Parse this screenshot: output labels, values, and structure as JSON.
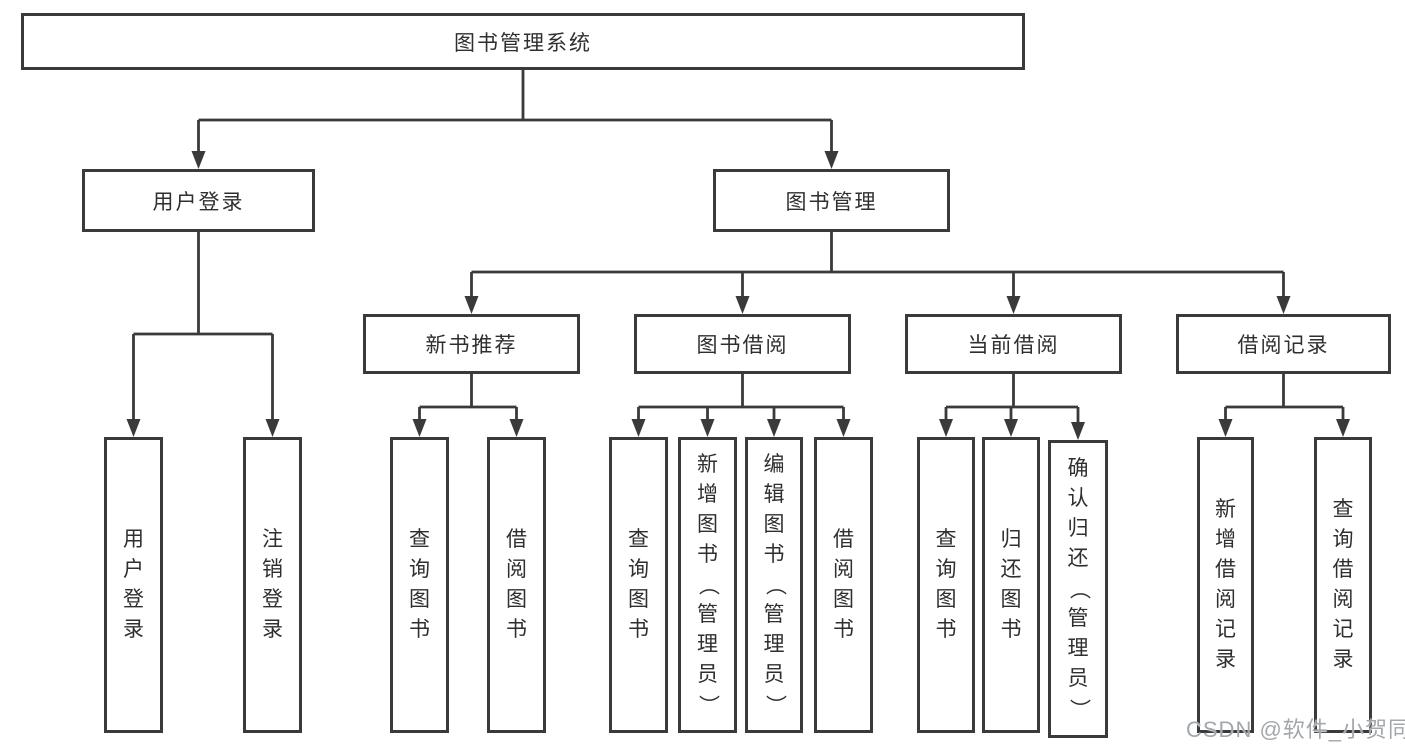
{
  "tree": {
    "label": "图书管理系统",
    "children": [
      {
        "label": "用户登录",
        "children": [
          {
            "label": "用户登录"
          },
          {
            "label": "注销登录"
          }
        ]
      },
      {
        "label": "图书管理",
        "children": [
          {
            "label": "新书推荐",
            "children": [
              {
                "label": "查询图书"
              },
              {
                "label": "借阅图书"
              }
            ]
          },
          {
            "label": "图书借阅",
            "children": [
              {
                "label": "查询图书"
              },
              {
                "label": "新增图书（管理员）"
              },
              {
                "label": "编辑图书（管理员）"
              },
              {
                "label": "借阅图书"
              }
            ]
          },
          {
            "label": "当前借阅",
            "children": [
              {
                "label": "查询图书"
              },
              {
                "label": "归还图书"
              },
              {
                "label": "确认归还（管理员）"
              }
            ]
          },
          {
            "label": "借阅记录",
            "children": [
              {
                "label": "新增借阅记录"
              },
              {
                "label": "查询借阅记录"
              }
            ]
          }
        ]
      }
    ]
  },
  "watermark": {
    "text": "CSDN @软件_小贺同学"
  },
  "colors": {
    "line": "#3a3a3a",
    "box_border": "#3a3a3a",
    "text": "#2f2f2f",
    "background": "#ffffff",
    "watermark": "#a3a7ac"
  }
}
